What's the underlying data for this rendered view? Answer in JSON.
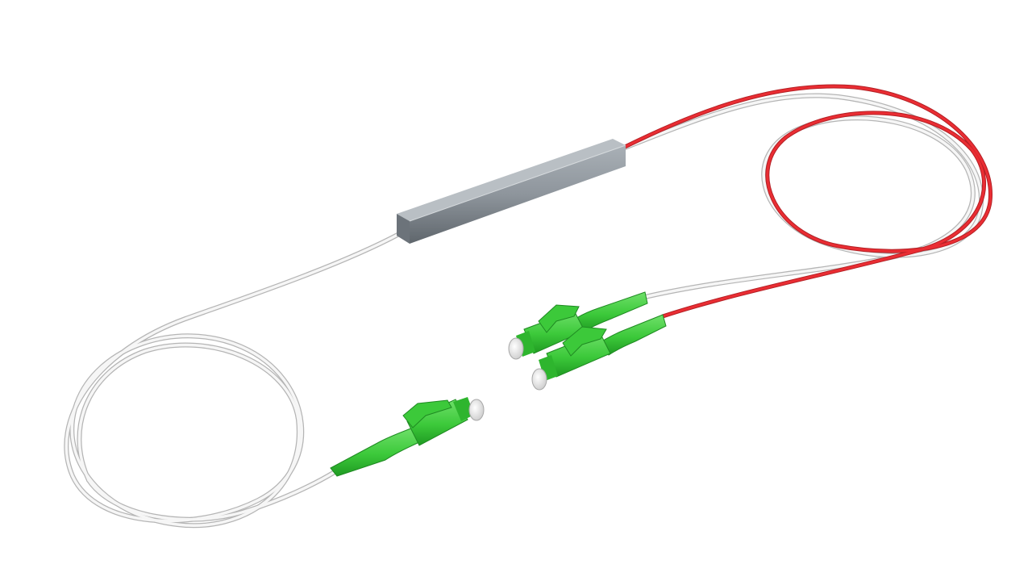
{
  "scene": {
    "subject": "fiber-optic-plc-splitter",
    "input_connectors": 1,
    "output_connectors": 2,
    "colors": {
      "background": "#ffffff",
      "fiber_white": "#f4f4f4",
      "fiber_outline": "#b9b9b9",
      "fiber_red": "#e8232a",
      "housing": "#8e959c",
      "housing_dark": "#6c737a",
      "connector_green": "#3cc93a",
      "connector_green_dark": "#1f9a22",
      "ferrule": "#ebebeb"
    }
  }
}
